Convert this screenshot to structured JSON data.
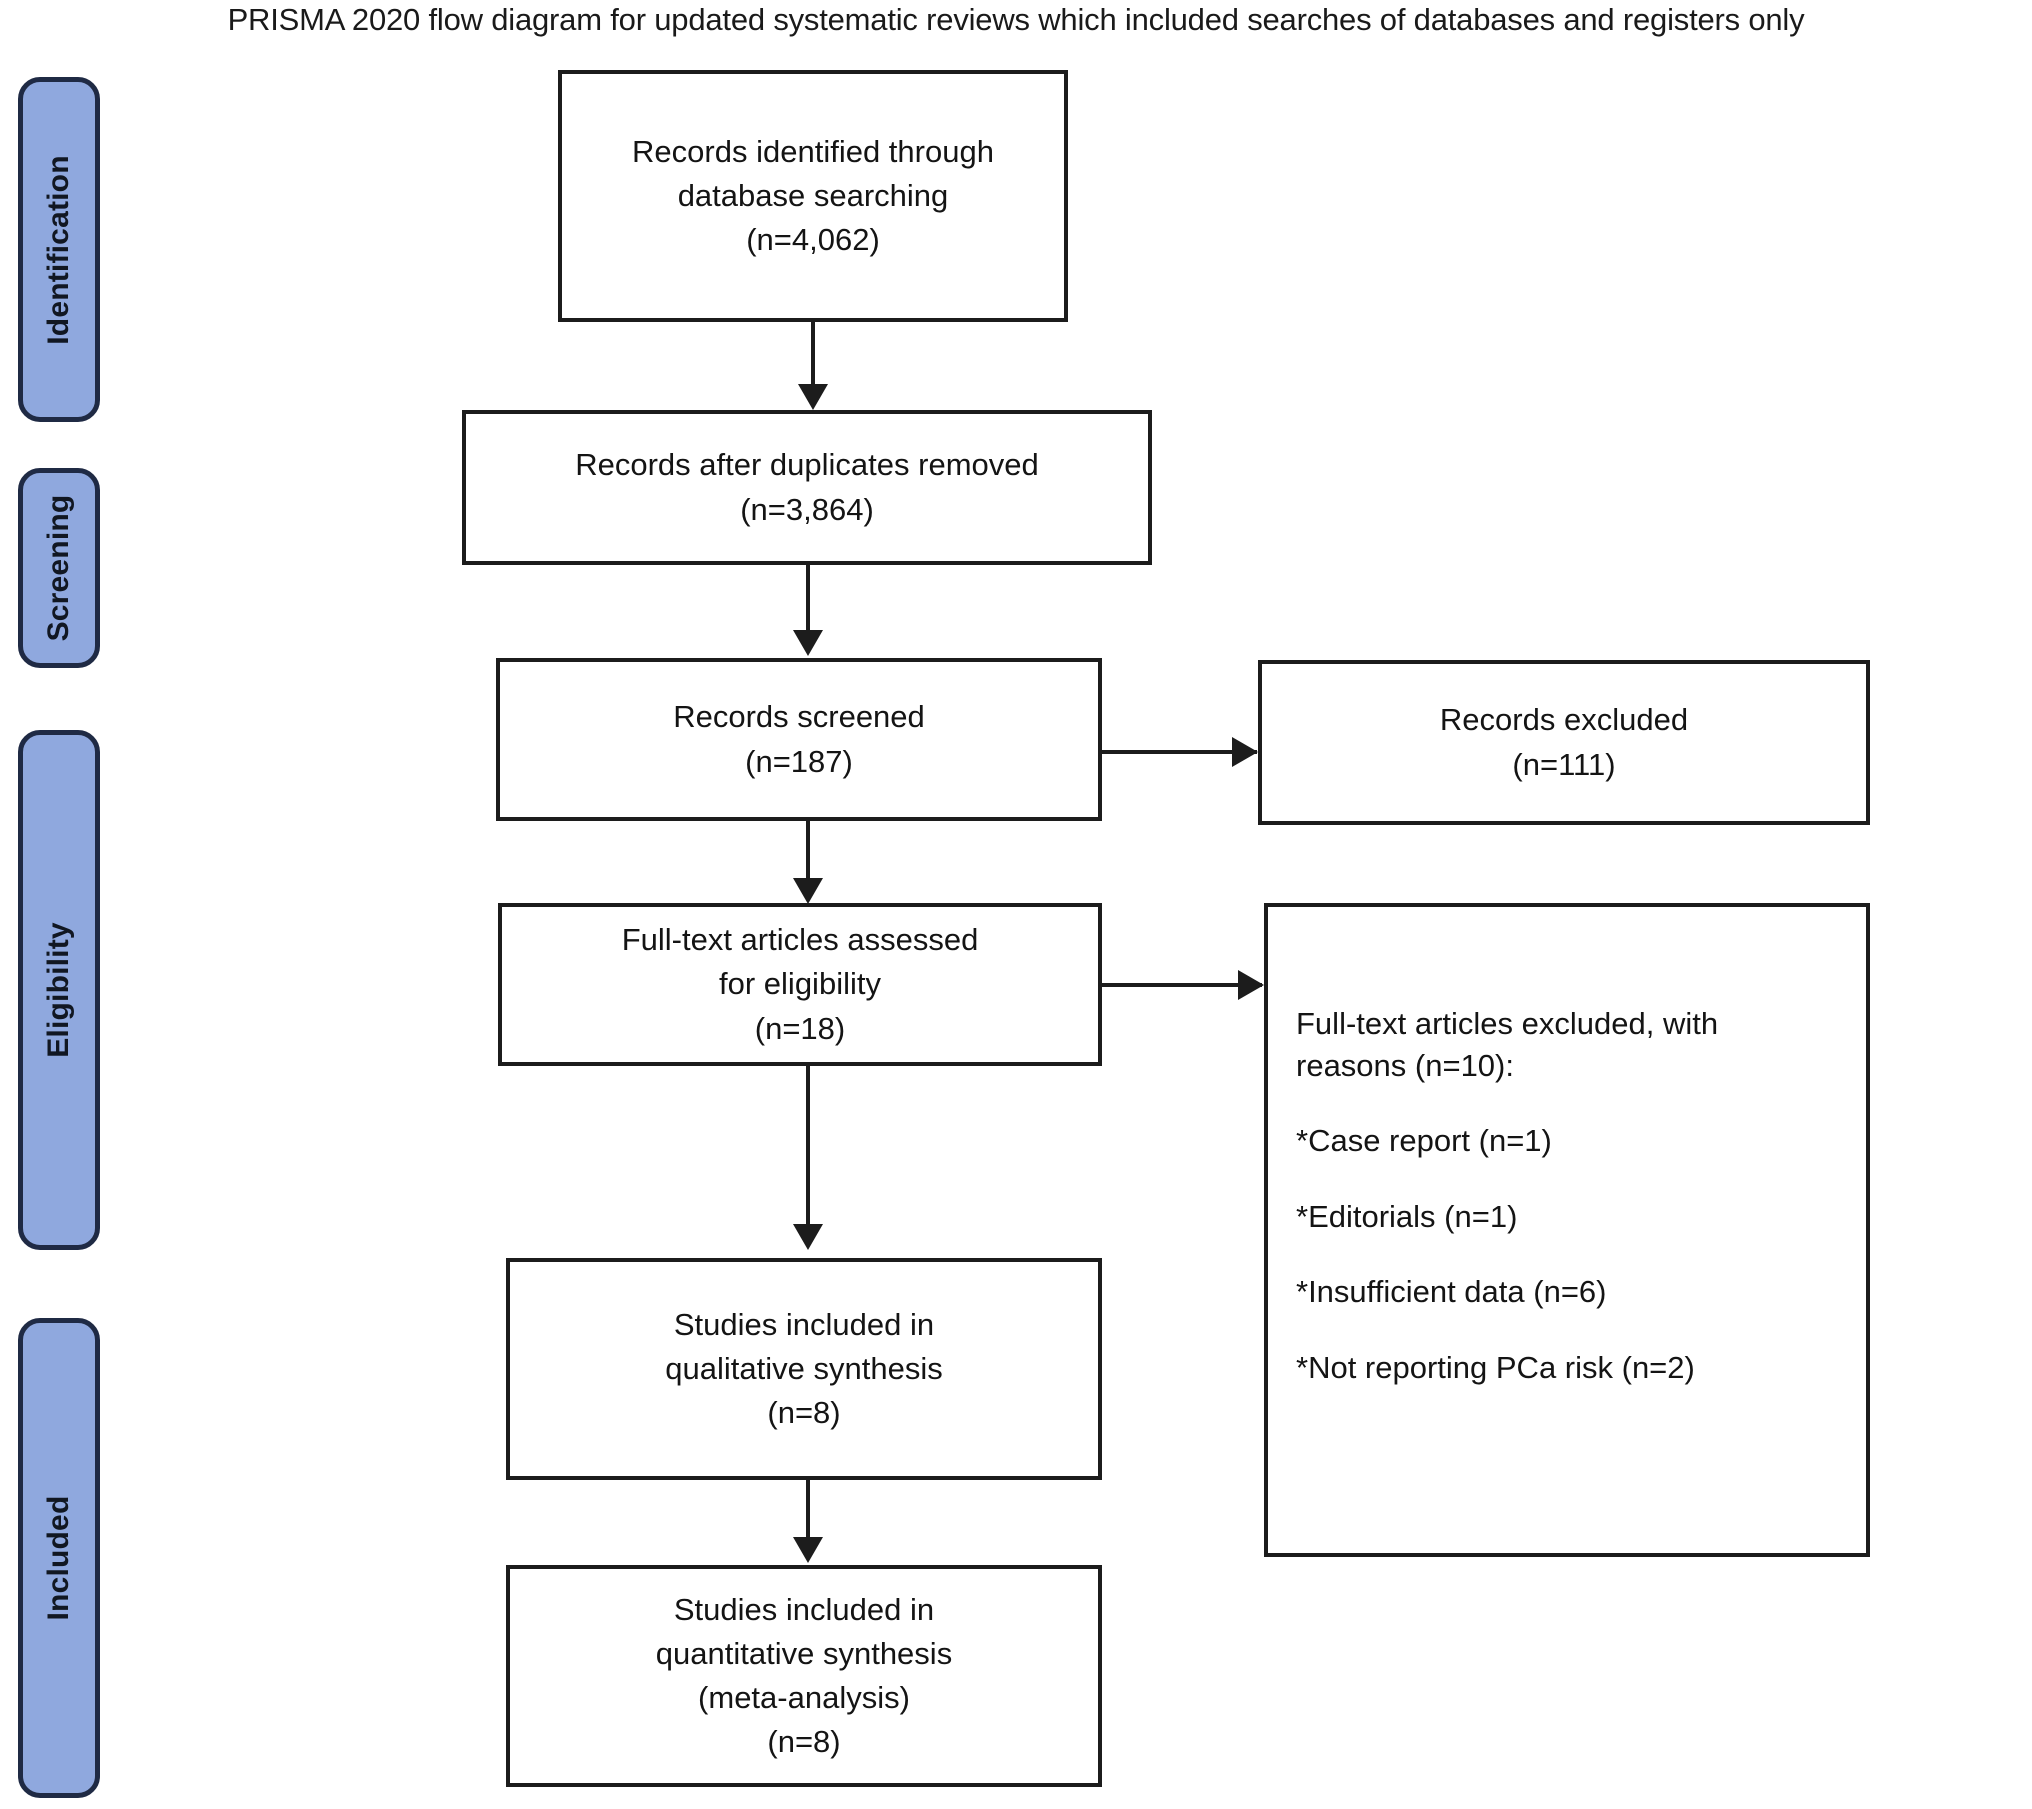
{
  "title": "PRISMA 2020 flow diagram for updated systematic reviews which included searches of databases and registers only",
  "colors": {
    "stage_tab_fill": "#8fa8de",
    "stage_tab_border": "#1f2a44",
    "box_border": "#1c1c1c",
    "text": "#141414",
    "background": "#ffffff"
  },
  "stages": [
    {
      "label": "Identification"
    },
    {
      "label": "Screening"
    },
    {
      "label": "Eligibility"
    },
    {
      "label": "Included"
    }
  ],
  "boxes": {
    "identified": "Records identified through\ndatabase searching\n(n=4,062)",
    "duplicates_removed": "Records after duplicates removed\n(n=3,864)",
    "screened": "Records screened\n(n=187)",
    "records_excluded": "Records excluded\n(n=111)",
    "fulltext_assessed": "Full-text articles assessed\nfor eligibility\n(n=18)",
    "qualitative": "Studies included in\nqualitative synthesis\n(n=8)",
    "quantitative": "Studies included in\nquantitative synthesis\n(meta-analysis)\n(n=8)"
  },
  "exclusion_reasons": {
    "heading": "Full-text articles excluded, with\nreasons (n=10):",
    "items": [
      "*Case report (n=1)",
      "*Editorials (n=1)",
      "*Insufficient data (n=6)",
      "*Not reporting PCa risk (n=2)"
    ]
  },
  "chart_data": {
    "type": "diagram",
    "title": "PRISMA 2020 flow diagram for updated systematic reviews which included searches of databases and registers only",
    "nodes": [
      {
        "id": "identified",
        "stage": "Identification",
        "label": "Records identified through database searching",
        "n": 4062
      },
      {
        "id": "duplicates_removed",
        "stage": "Identification",
        "label": "Records after duplicates removed",
        "n": 3864
      },
      {
        "id": "screened",
        "stage": "Screening",
        "label": "Records screened",
        "n": 187
      },
      {
        "id": "records_excluded",
        "stage": "Screening",
        "label": "Records excluded",
        "n": 111
      },
      {
        "id": "fulltext_assessed",
        "stage": "Eligibility",
        "label": "Full-text articles assessed for eligibility",
        "n": 18
      },
      {
        "id": "fulltext_excluded",
        "stage": "Eligibility",
        "label": "Full-text articles excluded, with reasons",
        "n": 10,
        "breakdown": [
          {
            "reason": "Case report",
            "n": 1
          },
          {
            "reason": "Editorials",
            "n": 1
          },
          {
            "reason": "Insufficient data",
            "n": 6
          },
          {
            "reason": "Not reporting PCa risk",
            "n": 2
          }
        ]
      },
      {
        "id": "qualitative",
        "stage": "Included",
        "label": "Studies included in qualitative synthesis",
        "n": 8
      },
      {
        "id": "quantitative",
        "stage": "Included",
        "label": "Studies included in quantitative synthesis (meta-analysis)",
        "n": 8
      }
    ],
    "edges": [
      {
        "from": "identified",
        "to": "duplicates_removed",
        "direction": "down"
      },
      {
        "from": "duplicates_removed",
        "to": "screened",
        "direction": "down"
      },
      {
        "from": "screened",
        "to": "records_excluded",
        "direction": "right"
      },
      {
        "from": "screened",
        "to": "fulltext_assessed",
        "direction": "down"
      },
      {
        "from": "fulltext_assessed",
        "to": "fulltext_excluded",
        "direction": "right"
      },
      {
        "from": "fulltext_assessed",
        "to": "qualitative",
        "direction": "down"
      },
      {
        "from": "qualitative",
        "to": "quantitative",
        "direction": "down"
      }
    ]
  }
}
